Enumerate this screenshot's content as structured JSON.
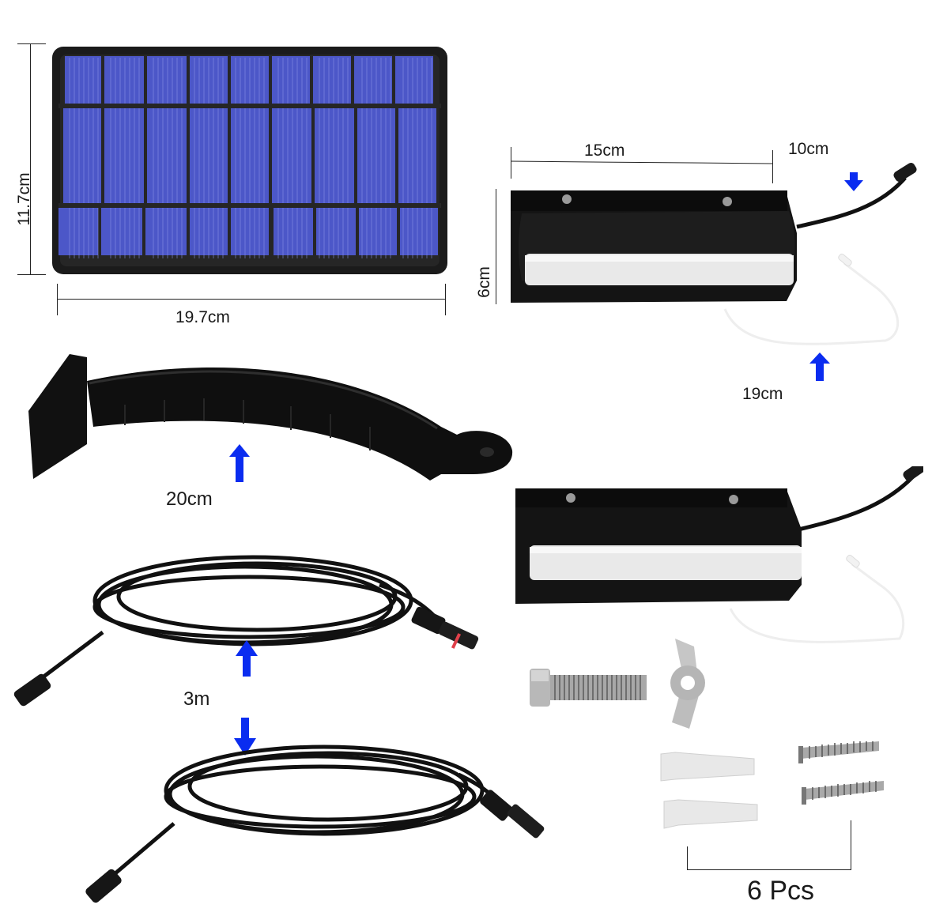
{
  "dimensions": {
    "solar_panel_height": "11.7cm",
    "solar_panel_width": "19.7cm",
    "light_length": "15cm",
    "light_height": "6cm",
    "power_cable_length": "10cm",
    "pull_cord_length": "19cm",
    "bracket_length": "20cm",
    "extension_cable_length": "3m",
    "hardware_count": "6 Pcs"
  },
  "items": [
    {
      "name": "solar-panel"
    },
    {
      "name": "light-unit-1"
    },
    {
      "name": "mounting-bracket"
    },
    {
      "name": "light-unit-2"
    },
    {
      "name": "extension-cable-1"
    },
    {
      "name": "extension-cable-2"
    },
    {
      "name": "hex-bolt"
    },
    {
      "name": "wing-nut"
    },
    {
      "name": "wall-anchors"
    },
    {
      "name": "screws"
    }
  ],
  "colors": {
    "arrow": "#0a2cf0",
    "panel_cell": "#4c57c8",
    "frame": "#1b1b1b",
    "connector_ring": "#e0404a"
  }
}
